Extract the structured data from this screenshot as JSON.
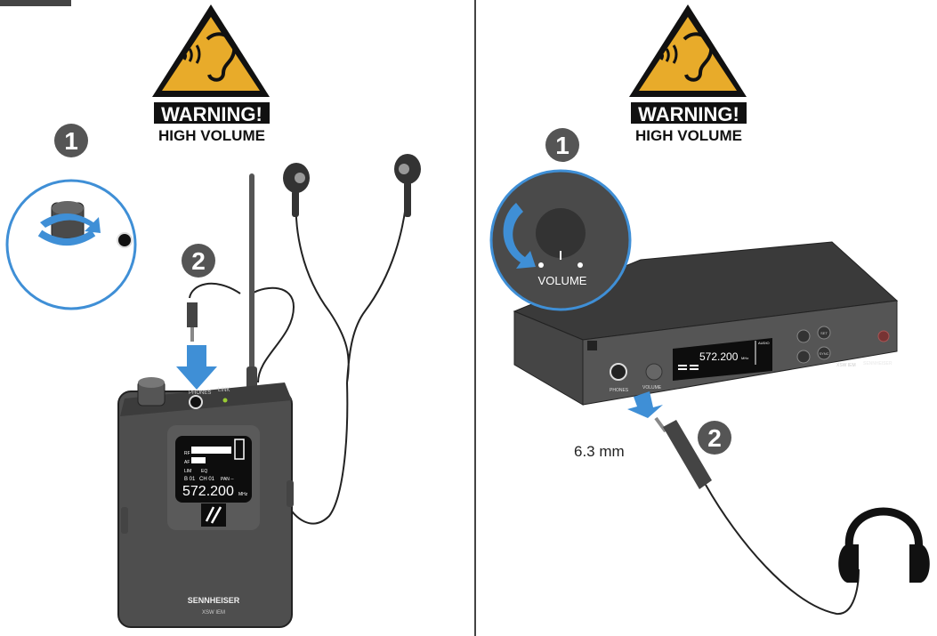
{
  "left_panel": {
    "warning": {
      "title": "WARNING!",
      "subtitle": "HIGH VOLUME"
    },
    "steps": [
      "1",
      "2"
    ],
    "bodypack": {
      "brand": "SENNHEISER",
      "model": "XSW IEM",
      "jack_label": "PHONES",
      "link_label": "LINK",
      "display": {
        "rf_label": "RF",
        "af_label": "AF",
        "lim_label": "LIM",
        "eq_label": "EQ",
        "bank": "B 01",
        "channel": "CH 01",
        "pan": "PAN --",
        "frequency": "572.200",
        "unit": "MHz"
      }
    }
  },
  "right_panel": {
    "warning": {
      "title": "WARNING!",
      "subtitle": "HIGH VOLUME"
    },
    "steps": [
      "1",
      "2"
    ],
    "zoom_label": "VOLUME",
    "jack_size": "6.3 mm",
    "rack_unit": {
      "brand": "SENNHEISER",
      "model": "XSW IEM",
      "phones_label": "PHONES",
      "volume_label": "VOLUME",
      "display": {
        "frequency": "572.200",
        "unit": "MHz",
        "audio_label": "AUDIO"
      },
      "buttons": [
        "SET",
        "SYNC"
      ]
    }
  },
  "colors": {
    "warning_yellow": "#e8ab2a",
    "arrow_blue": "#3f8fd6",
    "device_gray": "#505050",
    "step_gray": "#555555"
  }
}
